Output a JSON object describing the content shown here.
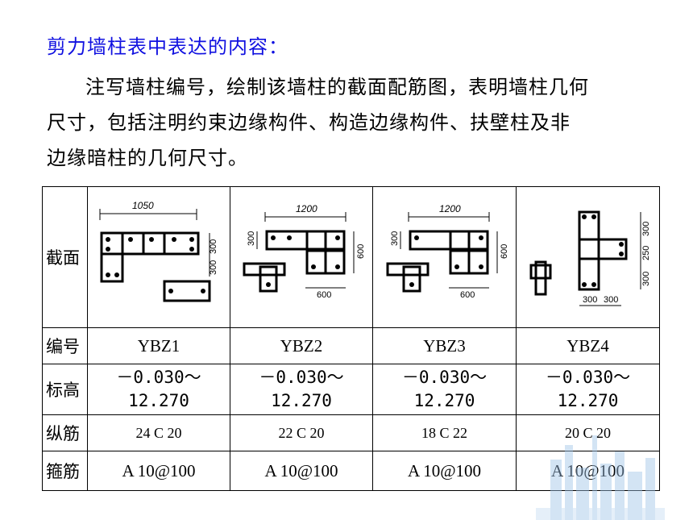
{
  "heading": "剪力墙柱表中表达的内容：",
  "paragraph": {
    "line1": "注写墙柱编号，绘制该墙柱的截面配筋图，表明墙柱几何",
    "line2": "尺寸，包括注明约束边缘构件、构造边缘构件、扶壁柱及非",
    "line3": "边缘暗柱的几何尺寸。"
  },
  "table": {
    "row_headers": {
      "section": "截面",
      "id": "编号",
      "elevation": "标高",
      "longitudinal": "纵筋",
      "stirrup": "箍筋"
    },
    "columns": [
      {
        "id": "YBZ1",
        "elev_top": "－0.030～",
        "elev_bottom": "12.270",
        "longitudinal": "24 C 20",
        "stirrup": "A 10@100",
        "dims": {
          "top": "1050",
          "side1": "300",
          "side2": "300"
        }
      },
      {
        "id": "YBZ2",
        "elev_top": "－0.030～",
        "elev_bottom": "12.270",
        "longitudinal": "22 C 20",
        "stirrup": "A 10@100",
        "dims": {
          "top": "1200",
          "left": "300",
          "right": "600",
          "bottom": "600"
        }
      },
      {
        "id": "YBZ3",
        "elev_top": "－0.030～",
        "elev_bottom": "12.270",
        "longitudinal": "18 C 22",
        "stirrup": "A 10@100",
        "dims": {
          "top": "1200",
          "left": "300",
          "right": "600",
          "bottom": "600"
        }
      },
      {
        "id": "YBZ4",
        "elev_top": "－0.030～",
        "elev_bottom": "12.270",
        "longitudinal": "20 C 20",
        "stirrup": "A 10@100",
        "dims": {
          "side1": "300",
          "side2": "250",
          "side3": "300",
          "bottom1": "300",
          "bottom2": "300"
        }
      }
    ]
  }
}
